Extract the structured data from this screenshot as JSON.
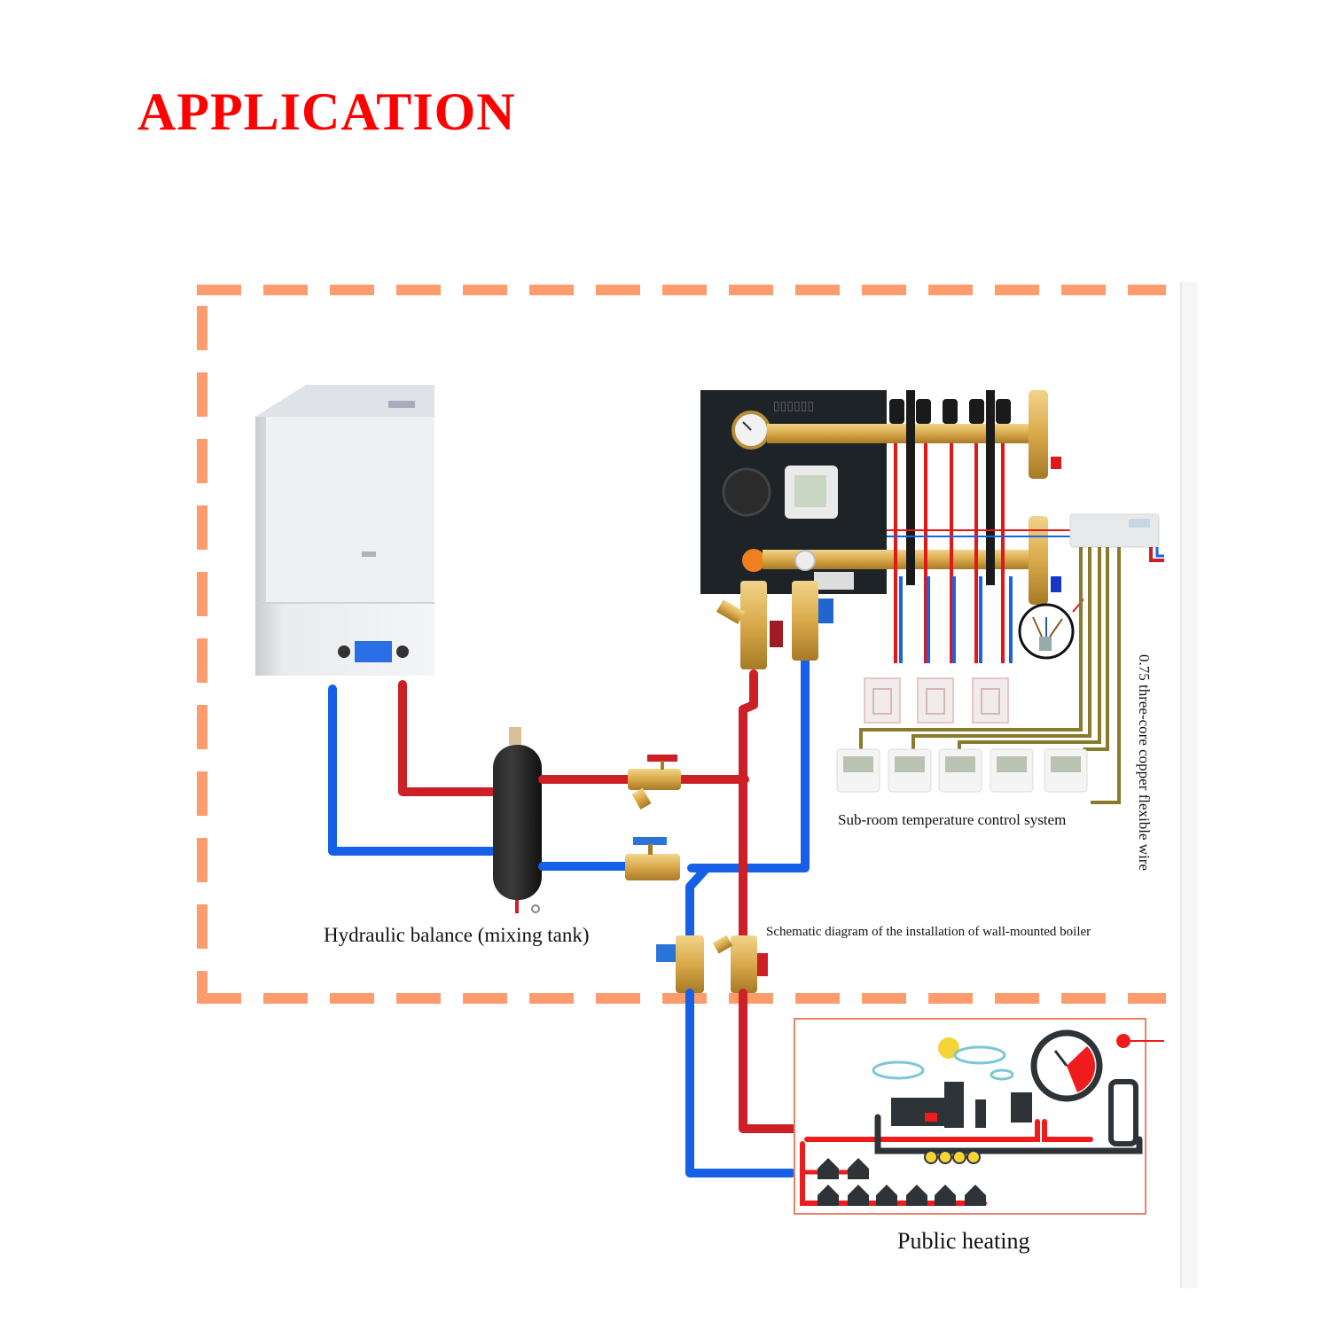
{
  "title": "APPLICATION",
  "labels": {
    "hydraulic_balance": "Hydraulic balance (mixing tank)",
    "sub_room": "Sub-room temperature control system",
    "schematic": "Schematic diagram of the installation of wall-mounted boiler",
    "public_heating": "Public heating",
    "wire": "0.75 three-core copper flexible wire"
  },
  "components": {
    "boiler": "wall-mounted-boiler",
    "mixing_tank": "hydraulic-balance-tank",
    "mixing_station": "mixing-pump-station",
    "manifold": "floor-heating-manifold",
    "wiring_center": "wiring-center",
    "thermostats_count": 5,
    "floor_loops_count": 3,
    "manifold_loops_count": 5
  },
  "colors": {
    "title": "#ff0000",
    "dash_border": "#ff9c6e",
    "hot_pipe": "#cc1f26",
    "cold_pipe": "#1560e6",
    "wire": "#8a7a2c",
    "brass": "#d9a94a",
    "panel": "#1e2328",
    "public_box": "#e8836b"
  }
}
